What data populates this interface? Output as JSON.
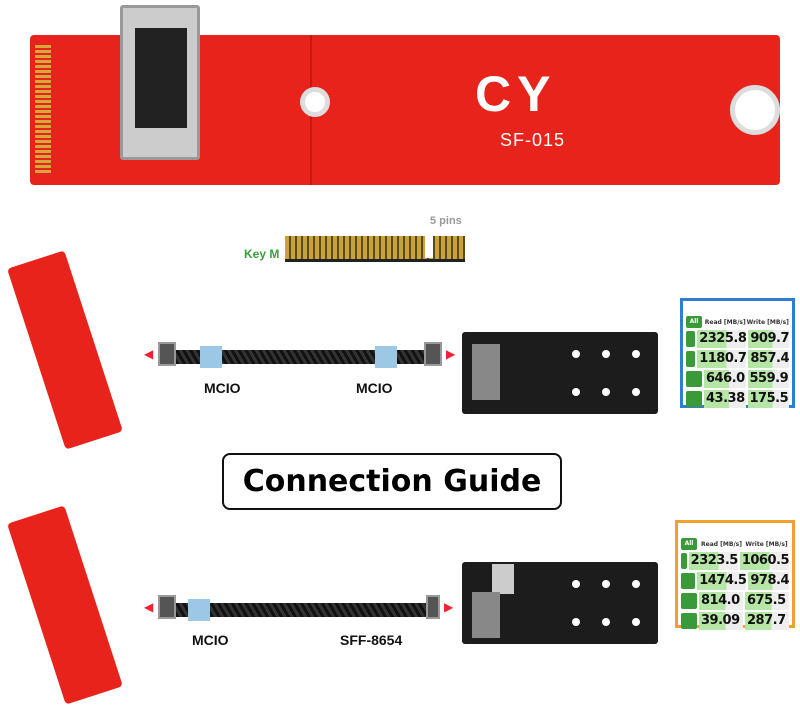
{
  "board": {
    "logo": "CY",
    "model": "SF-015"
  },
  "keym": {
    "label": "Key M",
    "pins": "5 pins"
  },
  "row1": {
    "left_label": "MCIO",
    "right_label": "MCIO",
    "benchmark": {
      "headers": [
        "Read [MB/s]",
        "Write [MB/s]"
      ],
      "all": "All",
      "rows": [
        [
          "2325.8",
          "909.7"
        ],
        [
          "1180.7",
          "857.4"
        ],
        [
          "646.0",
          "559.9"
        ],
        [
          "43.38",
          "175.5"
        ]
      ],
      "border_color": "#2f7fd0"
    }
  },
  "guide": {
    "title": "Connection Guide"
  },
  "row2": {
    "left_label": "MCIO",
    "right_label": "SFF-8654",
    "benchmark": {
      "headers": [
        "Read [MB/s]",
        "Write [MB/s]"
      ],
      "all": "All",
      "rows": [
        [
          "2323.5",
          "1060.5"
        ],
        [
          "1474.5",
          "978.4"
        ],
        [
          "814.0",
          "675.5"
        ],
        [
          "39.09",
          "287.7"
        ]
      ],
      "border_color": "#f0a030"
    }
  },
  "colors": {
    "pcb": "#e8231c",
    "gold": "#d4a93a",
    "keym": "#3aa03a"
  }
}
